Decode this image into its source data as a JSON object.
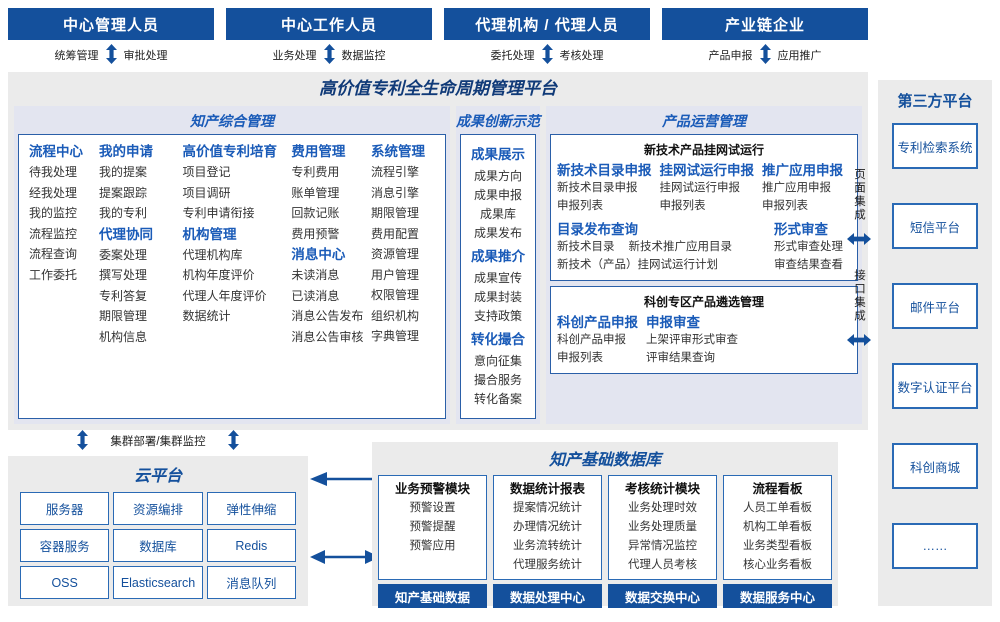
{
  "actors": [
    {
      "title": "中心管理人员",
      "flows": [
        "统筹管理",
        "审批处理"
      ],
      "arrow": "double-vertical-arrow-icon"
    },
    {
      "title": "中心工作人员",
      "flows": [
        "业务处理",
        "数据监控"
      ],
      "arrow": "double-vertical-arrow-icon"
    },
    {
      "title": "代理机构 / 代理人员",
      "flows": [
        "委托处理",
        "考核处理"
      ],
      "arrow": "double-vertical-arrow-icon"
    },
    {
      "title": "产业链企业",
      "flows": [
        "产品申报",
        "应用推广"
      ],
      "arrow": "double-vertical-arrow-icon"
    }
  ],
  "platform": {
    "title": "高价值专利全生命周期管理平台"
  },
  "zhichan": {
    "title": "知产综合管理",
    "columns": [
      {
        "groups": [
          {
            "header": "流程中心",
            "links": [
              "待我处理",
              "经我处理",
              "我的监控",
              "流程监控",
              "流程查询",
              "工作委托"
            ]
          }
        ]
      },
      {
        "groups": [
          {
            "header": "我的申请",
            "links": [
              "我的提案",
              "提案跟踪",
              "我的专利"
            ]
          },
          {
            "header": "代理协同",
            "links": [
              "委案处理",
              "撰写处理",
              "专利答复",
              "期限管理",
              "机构信息"
            ]
          }
        ]
      },
      {
        "groups": [
          {
            "header": "高价值专利培育",
            "links": [
              "项目登记",
              "项目调研",
              "专利申请衔接"
            ]
          },
          {
            "header": "机构管理",
            "links": [
              "代理机构库",
              "机构年度评价",
              "代理人年度评价",
              "数据统计"
            ]
          }
        ]
      },
      {
        "groups": [
          {
            "header": "费用管理",
            "links": [
              "专利费用",
              "账单管理",
              "回款记账",
              "费用预警"
            ]
          },
          {
            "header": "消息中心",
            "links": [
              "未读消息",
              "已读消息",
              "消息公告发布",
              "消息公告审核"
            ]
          }
        ]
      },
      {
        "groups": [
          {
            "header": "系统管理",
            "links": [
              "流程引擎",
              "消息引擎",
              "期限管理",
              "费用配置",
              "资源管理",
              "用户管理",
              "权限管理",
              "组织机构",
              "字典管理"
            ]
          }
        ]
      }
    ]
  },
  "chengguo": {
    "title": "成果创新示范",
    "groups": [
      {
        "header": "成果展示",
        "links": [
          "成果方向",
          "成果申报",
          "成果库",
          "成果发布"
        ]
      },
      {
        "header": "成果推介",
        "links": [
          "成果宣传",
          "成果封装",
          "支持政策"
        ]
      },
      {
        "header": "转化撮合",
        "links": [
          "意向征集",
          "撮合服务",
          "转化备案"
        ]
      }
    ]
  },
  "chanpin": {
    "title": "产品运营管理",
    "cards": [
      {
        "header": "新技术产品挂网试运行",
        "row1": [
          {
            "header": "新技术目录申报",
            "links": [
              "新技术目录申报",
              "申报列表"
            ]
          },
          {
            "header": "挂网试运行申报",
            "links": [
              "挂网试运行申报",
              "申报列表"
            ]
          },
          {
            "header": "推广应用申报",
            "links": [
              "推广应用申报",
              "申报列表"
            ]
          }
        ],
        "row2_left": {
          "header": "目录发布查询",
          "inline": [
            "新技术目录",
            "新技术推广应用目录"
          ],
          "links": [
            "新技术（产品）挂网试运行计划"
          ]
        },
        "row2_right": {
          "header": "形式审查",
          "links": [
            "形式审查处理",
            "审查结果查看"
          ]
        }
      },
      {
        "header": "科创专区产品遴选管理",
        "row1": [
          {
            "header": "科创产品申报",
            "links": [
              "科创产品申报",
              "申报列表"
            ]
          },
          {
            "header": "申报审查",
            "links": [
              "上架评审形式审查",
              "评审结果查询"
            ]
          }
        ]
      }
    ]
  },
  "integration": {
    "items": [
      {
        "label": "页面集成",
        "arrow": "double-horizontal-arrow-icon"
      },
      {
        "label": "接口集成",
        "arrow": "double-horizontal-arrow-icon"
      }
    ]
  },
  "third_party": {
    "title": "第三方平台",
    "items": [
      "专利检索系统",
      "短信平台",
      "邮件平台",
      "数字认证平台",
      "科创商城",
      "……"
    ]
  },
  "cluster": {
    "label": "集群部署/集群监控",
    "left_arrow": "double-vertical-arrow-icon",
    "right_arrow": "double-vertical-arrow-icon"
  },
  "cloud": {
    "title": "云平台",
    "cells": [
      "服务器",
      "资源编排",
      "弹性伸缩",
      "容器服务",
      "数据库",
      "Redis",
      "OSS",
      "Elasticsearch",
      "消息队列"
    ]
  },
  "connectors": {
    "top": "left-arrow-icon",
    "bottom": "double-horizontal-arrow-icon"
  },
  "database": {
    "title": "知产基础数据库",
    "columns": [
      {
        "header": "业务预警模块",
        "links": [
          "预警设置",
          "预警提醒",
          "预警应用"
        ],
        "bar": "知产基础数据"
      },
      {
        "header": "数据统计报表",
        "links": [
          "提案情况统计",
          "办理情况统计",
          "业务流转统计",
          "代理服务统计"
        ],
        "bar": "数据处理中心"
      },
      {
        "header": "考核统计模块",
        "links": [
          "业务处理时效",
          "业务处理质量",
          "异常情况监控",
          "代理人员考核"
        ],
        "bar": "数据交换中心"
      },
      {
        "header": "流程看板",
        "links": [
          "人员工单看板",
          "机构工单看板",
          "业务类型看板",
          "核心业务看板"
        ],
        "bar": "数据服务中心"
      }
    ]
  },
  "colors": {
    "primary": "#14509c",
    "accent": "#1a5bb8",
    "panel": "#ebebeb",
    "section": "#e3e5f0"
  }
}
